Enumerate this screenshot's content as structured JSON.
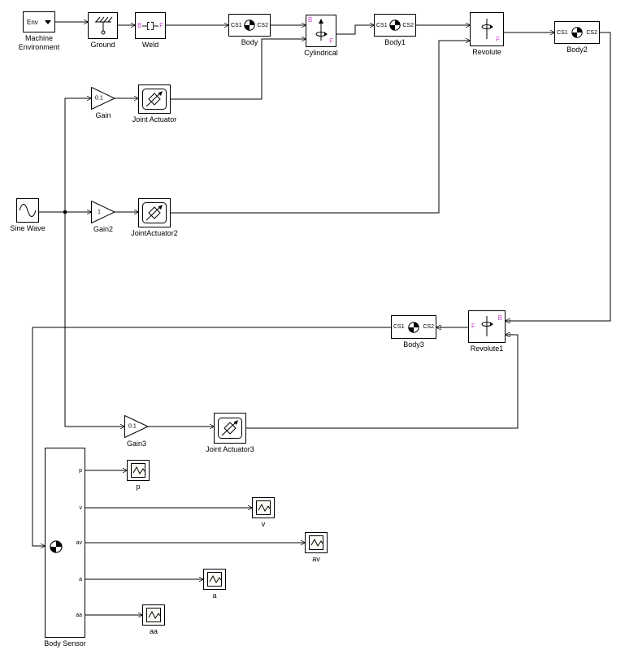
{
  "colors": {
    "canvas_bg": "#ffffff",
    "block_border": "#000000",
    "joint_port_label": "#cc44cc",
    "wire": "#000000"
  },
  "blocks": {
    "machine_environment": {
      "text": "Env",
      "label_line1": "Machine",
      "label_line2": "Environment"
    },
    "ground": {
      "label": "Ground"
    },
    "weld": {
      "label": "Weld",
      "port_b": "B",
      "port_f": "F"
    },
    "body": {
      "label": "Body",
      "port_cs1": "CS1",
      "port_cs2": "CS2"
    },
    "cylindrical": {
      "label": "Cylindrical",
      "port_b": "B",
      "port_f": "F"
    },
    "body1": {
      "label": "Body1",
      "port_cs1": "CS1",
      "port_cs2": "CS2"
    },
    "revolute": {
      "label": "Revolute",
      "port_f": "F"
    },
    "body2": {
      "label": "Body2",
      "port_cs1": "CS1",
      "port_cs2": "CS2"
    },
    "gain": {
      "label": "Gain",
      "value": "0.1"
    },
    "joint_actuator": {
      "label": "Joint Actuator"
    },
    "sine_wave": {
      "label": "Sine Wave"
    },
    "gain2": {
      "label": "Gain2",
      "value": "1"
    },
    "joint_actuator2": {
      "label": "JointActuator2"
    },
    "body3": {
      "label": "Body3",
      "port_cs1": "CS1",
      "port_cs2": "CS2"
    },
    "revolute1": {
      "label": "Revolute1",
      "port_f": "F",
      "port_b": "B"
    },
    "gain3": {
      "label": "Gain3",
      "value": "0.1"
    },
    "joint_actuator3": {
      "label": "Joint Actuator3"
    },
    "body_sensor": {
      "label": "Body Sensor",
      "ports": [
        "p",
        "v",
        "av",
        "a",
        "aa"
      ]
    },
    "scope_p": {
      "label": "p"
    },
    "scope_v": {
      "label": "v"
    },
    "scope_av": {
      "label": "av"
    },
    "scope_a": {
      "label": "a"
    },
    "scope_aa": {
      "label": "aa"
    }
  }
}
